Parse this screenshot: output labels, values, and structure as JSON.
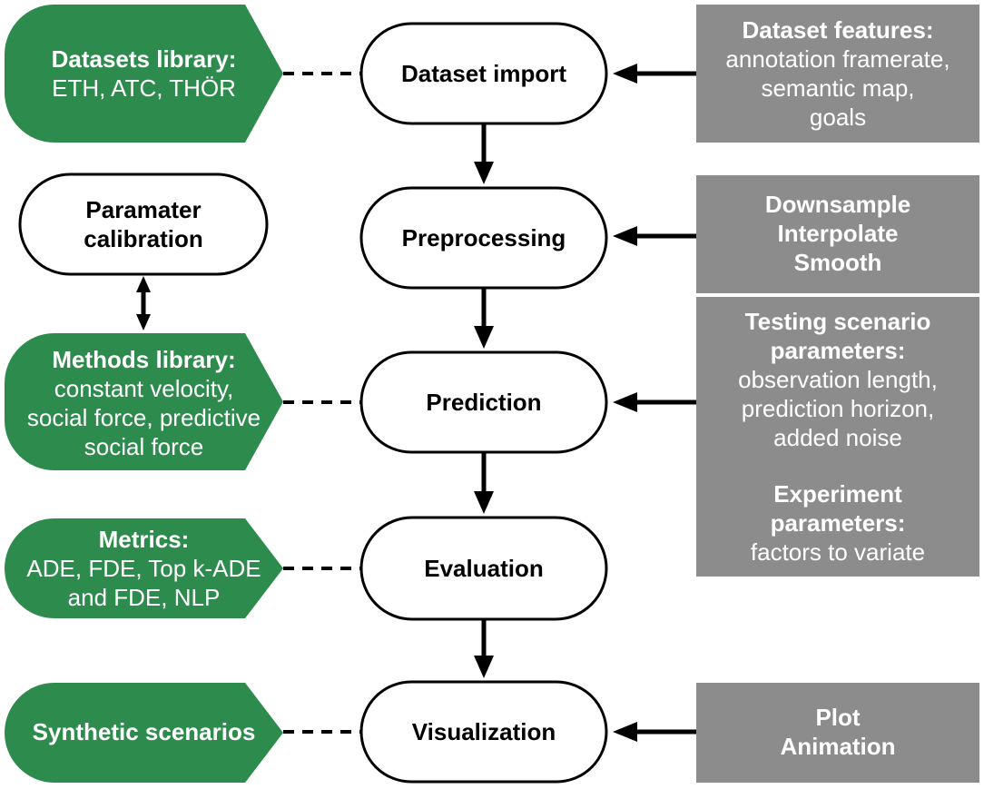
{
  "pipeline": {
    "steps": [
      {
        "id": "dataset-import",
        "label": "Dataset import"
      },
      {
        "id": "preprocessing",
        "label": "Preprocessing"
      },
      {
        "id": "prediction",
        "label": "Prediction"
      },
      {
        "id": "evaluation",
        "label": "Evaluation"
      },
      {
        "id": "visualization",
        "label": "Visualization"
      }
    ]
  },
  "calibration": {
    "line1": "Paramater",
    "line2": "calibration"
  },
  "libraries": {
    "datasets": {
      "title": "Datasets library:",
      "lines": [
        "ETH, ATC, THÖR"
      ]
    },
    "methods": {
      "title": "Methods library:",
      "lines": [
        "constant velocity,",
        "social force, predictive",
        "social force"
      ]
    },
    "metrics": {
      "title": "Metrics:",
      "lines": [
        "ADE, FDE, Top k-ADE",
        "and FDE, NLP"
      ]
    },
    "synthetic": {
      "title": "Synthetic scenarios",
      "lines": []
    }
  },
  "inputs": {
    "dataset_features": {
      "title": "Dataset features:",
      "lines": [
        "annotation framerate,",
        "semantic map,",
        "goals"
      ]
    },
    "preprocessing_ops": {
      "bold_lines": [
        "Downsample",
        "Interpolate",
        "Smooth"
      ]
    },
    "testing": {
      "title_lines": [
        "Testing scenario",
        "parameters:"
      ],
      "lines": [
        "observation length,",
        "prediction horizon,",
        "added noise"
      ]
    },
    "experiment": {
      "title_lines": [
        "Experiment",
        "parameters:"
      ],
      "lines": [
        "factors to variate"
      ]
    },
    "visualization_ops": {
      "bold_lines": [
        "Plot",
        "Animation"
      ]
    }
  },
  "colors": {
    "green": "#2e8b4e",
    "gray": "#8c8c8c",
    "stroke": "#000000",
    "node_fill": "#ffffff"
  }
}
